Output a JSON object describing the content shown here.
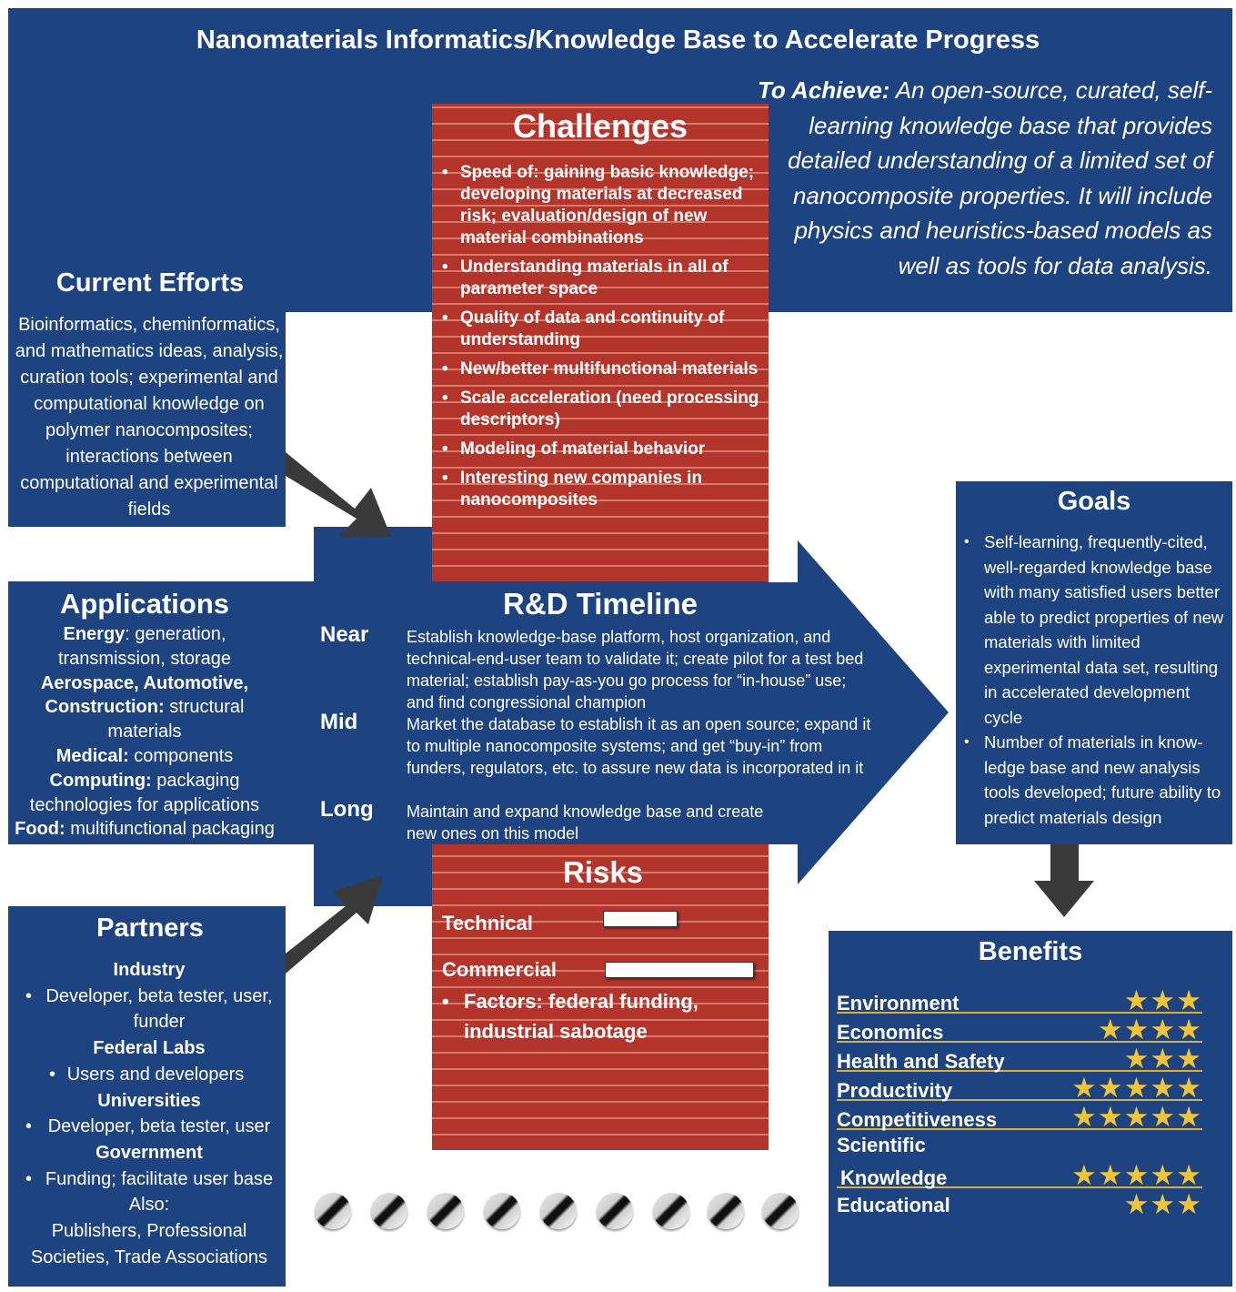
{
  "title": "Nanomaterials Informatics/Knowledge Base to Accelerate Progress",
  "to_achieve": {
    "lead": "To Achieve:",
    "text": "An open-source, curated, self-learning knowledge base that provides detailed understanding of a limited set of nanocomposite properties.  It will include physics and heuristics-based models as well as tools for data analysis."
  },
  "challenges": {
    "heading": "Challenges",
    "items": [
      "Speed of: gaining basic knowledge; developing materials at decreased risk; evaluation/design of new material combinations",
      "Understanding materials in all of parameter space",
      "Quality of data and continuity of understanding",
      "New/better multifunctional materials",
      "Scale acceleration (need processing descriptors)",
      "Modeling of material behavior",
      "Interesting new companies in nanocomposites"
    ]
  },
  "current_efforts": {
    "heading": "Current Efforts",
    "text": "Bioinformatics, cheminformatics, and mathematics ideas, analysis, curation tools; experimental and computational knowledge on polymer nanocomposites; interactions between computational and experimental fields"
  },
  "applications": {
    "heading": "Applications",
    "items": [
      {
        "bold": "Energy",
        "text": ": generation, transmission, storage"
      },
      {
        "bold": "Aerospace, Automotive, Construction:",
        "text": " structural materials"
      },
      {
        "bold": "Medical:",
        "text": " components"
      },
      {
        "bold": "Computing:",
        "text": " packaging technologies for applications"
      },
      {
        "bold": "Food:",
        "text": " multifunctional packaging"
      }
    ]
  },
  "timeline": {
    "heading": "R&D Timeline",
    "rows": [
      {
        "label": "Near",
        "text": "Establish knowledge-base platform, host organization, and technical-end-user team to validate it; create pilot for a test bed material; establish pay-as-you go process for “in-house” use; and find congressional champion"
      },
      {
        "label": "Mid",
        "text": "Market the database to establish it as an open source; expand it to multiple nanocomposite systems; and get “buy-in” from funders, regulators, etc. to assure new data is incorporated in it"
      },
      {
        "label": "Long",
        "text": "Maintain and expand knowledge base and create new ones on this model"
      }
    ]
  },
  "goals": {
    "heading": "Goals",
    "items": [
      "Self-learning, frequently-cited, well-regarded knowledge base with many satisfied users better able to predict properties of new materials with limited experimental data set, resulting in accelerated development cycle",
      "Number of materials in know-ledge base and new analysis tools developed; future ability to predict materials design"
    ]
  },
  "risks": {
    "heading": "Risks",
    "technical_label": "Technical",
    "technical_level": 0.5,
    "commercial_label": "Commercial",
    "commercial_level": 1.0,
    "factors": "Factors: federal funding, industrial sabotage"
  },
  "partners": {
    "heading": "Partners",
    "groups": [
      {
        "name": "Industry",
        "item": "Developer, beta tester, user, funder"
      },
      {
        "name": "Federal Labs",
        "item": "Users and developers"
      },
      {
        "name": "Universities",
        "item": "Developer, beta tester, user"
      },
      {
        "name": "Government",
        "item": "Funding; facilitate user base"
      }
    ],
    "also_label": "Also:",
    "also_text": "Publishers, Professional Societies, Trade Associations"
  },
  "benefits": {
    "heading": "Benefits",
    "rows": [
      {
        "label": "Environment",
        "stars": 3
      },
      {
        "label": "Economics",
        "stars": 4
      },
      {
        "label": "Health and Safety",
        "stars": 3
      },
      {
        "label": "Productivity",
        "stars": 5
      },
      {
        "label": "Competitiveness",
        "stars": 5
      },
      {
        "label": "Scientific Knowledge",
        "label_line1": "Scientific",
        "label_line2": "Knowledge",
        "stars": 5
      },
      {
        "label": "Educational",
        "stars": 3
      }
    ]
  },
  "colors": {
    "navy": "#1d4380",
    "brick": "#b3342a",
    "star": "#f0c33c",
    "rule": "#d7b044"
  }
}
